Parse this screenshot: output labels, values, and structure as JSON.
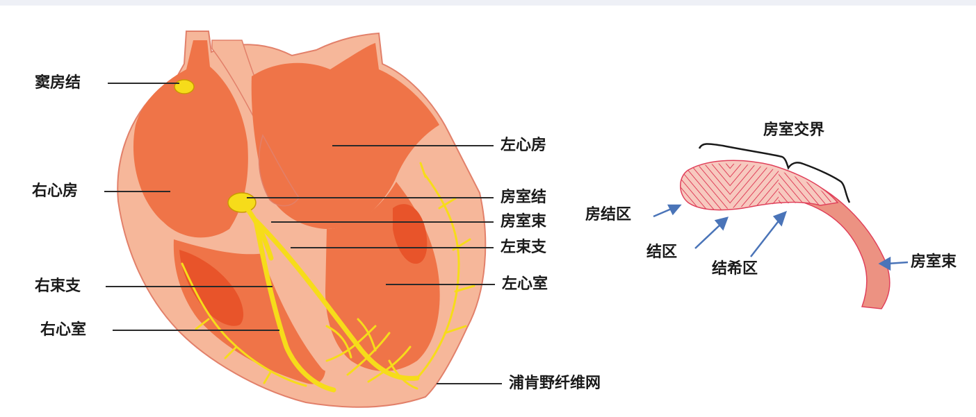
{
  "colors": {
    "tissue": "#f6b79a",
    "outline": "#e2806a",
    "chamber": "#ef7448",
    "chamber_dark": "#e8542a",
    "conduction": "#f6dc1a",
    "conduction_edge": "#c99a00",
    "leader": "#2a2a2a",
    "arrow": "#4a74b8",
    "junction_fill": "#ec9282",
    "junction_hatch": "#e0405a"
  },
  "heart_labels": {
    "sa_node": "窦房结",
    "right_atrium": "右心房",
    "right_bundle_branch": "右束支",
    "right_ventricle": "右心室",
    "left_atrium": "左心房",
    "av_node": "房室结",
    "av_bundle": "房室束",
    "left_bundle_branch": "左束支",
    "left_ventricle": "左心室",
    "purkinje_network": "浦肯野纤维网"
  },
  "junction_labels": {
    "title": "房室交界",
    "atrionodal_zone": "房结区",
    "nodal_zone": "结区",
    "nodal_his_zone": "结希区",
    "av_bundle": "房室束"
  }
}
